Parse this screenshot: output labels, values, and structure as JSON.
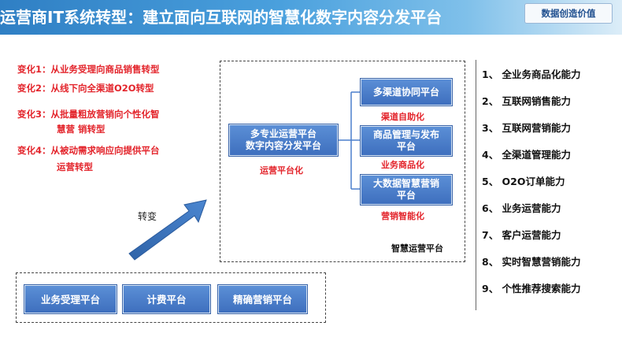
{
  "header": {
    "title": "运营商IT系统转型：建立面向互联网的智慧化数字内容分发平台",
    "logo_text": "数据创造价值"
  },
  "changes": [
    {
      "line1": "变化1：从业务受理向商品销售转型"
    },
    {
      "line1": "变化2：从线下向全渠道O2O转型"
    },
    {
      "line1": "变化3：从批量粗放营销向个性化智",
      "line2": "慧营 销转型"
    },
    {
      "line1": "变化4：从被动需求响应向提供平台",
      "line2": "运营转型"
    }
  ],
  "transition_label": "转变",
  "smart_platform": {
    "title": "智慧运营平台",
    "center_box": {
      "line1": "多专业运营平台",
      "line2": "数字内容分发平台",
      "caption": "运营平台化"
    },
    "branches": [
      {
        "line1": "多渠道协同平台",
        "caption": "渠道自助化"
      },
      {
        "line1": "商品管理与发布",
        "line2": "平台",
        "caption": "业务商品化"
      },
      {
        "line1": "大数据智慧营销",
        "line2": "平台",
        "caption": "营销智能化"
      }
    ]
  },
  "legacy_platforms": [
    "业务受理平台",
    "计费平台",
    "精确营销平台"
  ],
  "capabilities": [
    "1、 全业务商品化能力",
    "2、 互联网销售能力",
    "3、 互联网营销能力",
    "4、 全渠道管理能力",
    "5、 O2O订单能力",
    "6、 业务运营能力",
    "7、 客户运营能力",
    "8、 实时智慧营销能力",
    "9、 个性推荐搜索能力"
  ],
  "colors": {
    "accent_red": "#e3242b",
    "box_blue": "#4a7fcc",
    "title_blue": "#2f7fc4"
  }
}
